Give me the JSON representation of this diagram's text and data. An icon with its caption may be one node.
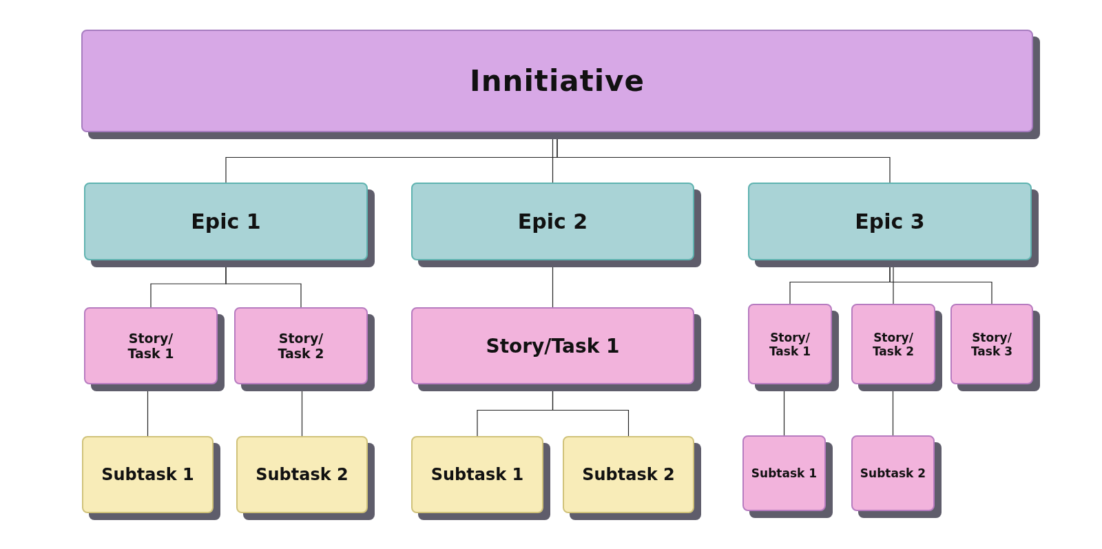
{
  "diagram": {
    "nodes": [
      {
        "text": [
          "Innitiative"
        ]
      },
      {
        "text": [
          "Epic 1"
        ]
      },
      {
        "text": [
          "Epic 2"
        ]
      },
      {
        "text": [
          "Epic 3"
        ]
      },
      {
        "text": [
          "Story/ Task 1"
        ]
      },
      {
        "text": [
          "Story/ Task 2"
        ]
      },
      {
        "text": [
          "Story/Task 1"
        ]
      },
      {
        "text": [
          "Story/ Task 1"
        ]
      },
      {
        "text": [
          "Story/ Task 2"
        ]
      },
      {
        "text": [
          "Story/ Task 3"
        ]
      },
      {
        "text": [
          "Subtask 1"
        ]
      },
      {
        "text": [
          "Subtask 2"
        ]
      },
      {
        "text": [
          "Subtask 1"
        ]
      },
      {
        "text": [
          "Subtask 2"
        ]
      },
      {
        "text": [
          "Subtask 1"
        ]
      },
      {
        "text": [
          "Subtask 2"
        ]
      }
    ],
    "edges": [
      {
        "from": 0,
        "to": 1,
        "arrow": "none"
      },
      {
        "from": 0,
        "to": 2,
        "arrow": "none"
      },
      {
        "from": 0,
        "to": 3,
        "arrow": "none"
      },
      {
        "from": 1,
        "to": 4,
        "arrow": "none"
      },
      {
        "from": 1,
        "to": 5,
        "arrow": "none"
      },
      {
        "from": 2,
        "to": 6,
        "arrow": "none"
      },
      {
        "from": 3,
        "to": 7,
        "arrow": "none"
      },
      {
        "from": 3,
        "to": 8,
        "arrow": "none"
      },
      {
        "from": 3,
        "to": 9,
        "arrow": "none"
      },
      {
        "from": 4,
        "to": 10,
        "arrow": "none"
      },
      {
        "from": 5,
        "to": 11,
        "arrow": "none"
      },
      {
        "from": 6,
        "to": 12,
        "arrow": "none"
      },
      {
        "from": 6,
        "to": 13,
        "arrow": "none"
      },
      {
        "from": 7,
        "to": 14,
        "arrow": "none"
      },
      {
        "from": 8,
        "to": 15,
        "arrow": "none"
      }
    ]
  }
}
